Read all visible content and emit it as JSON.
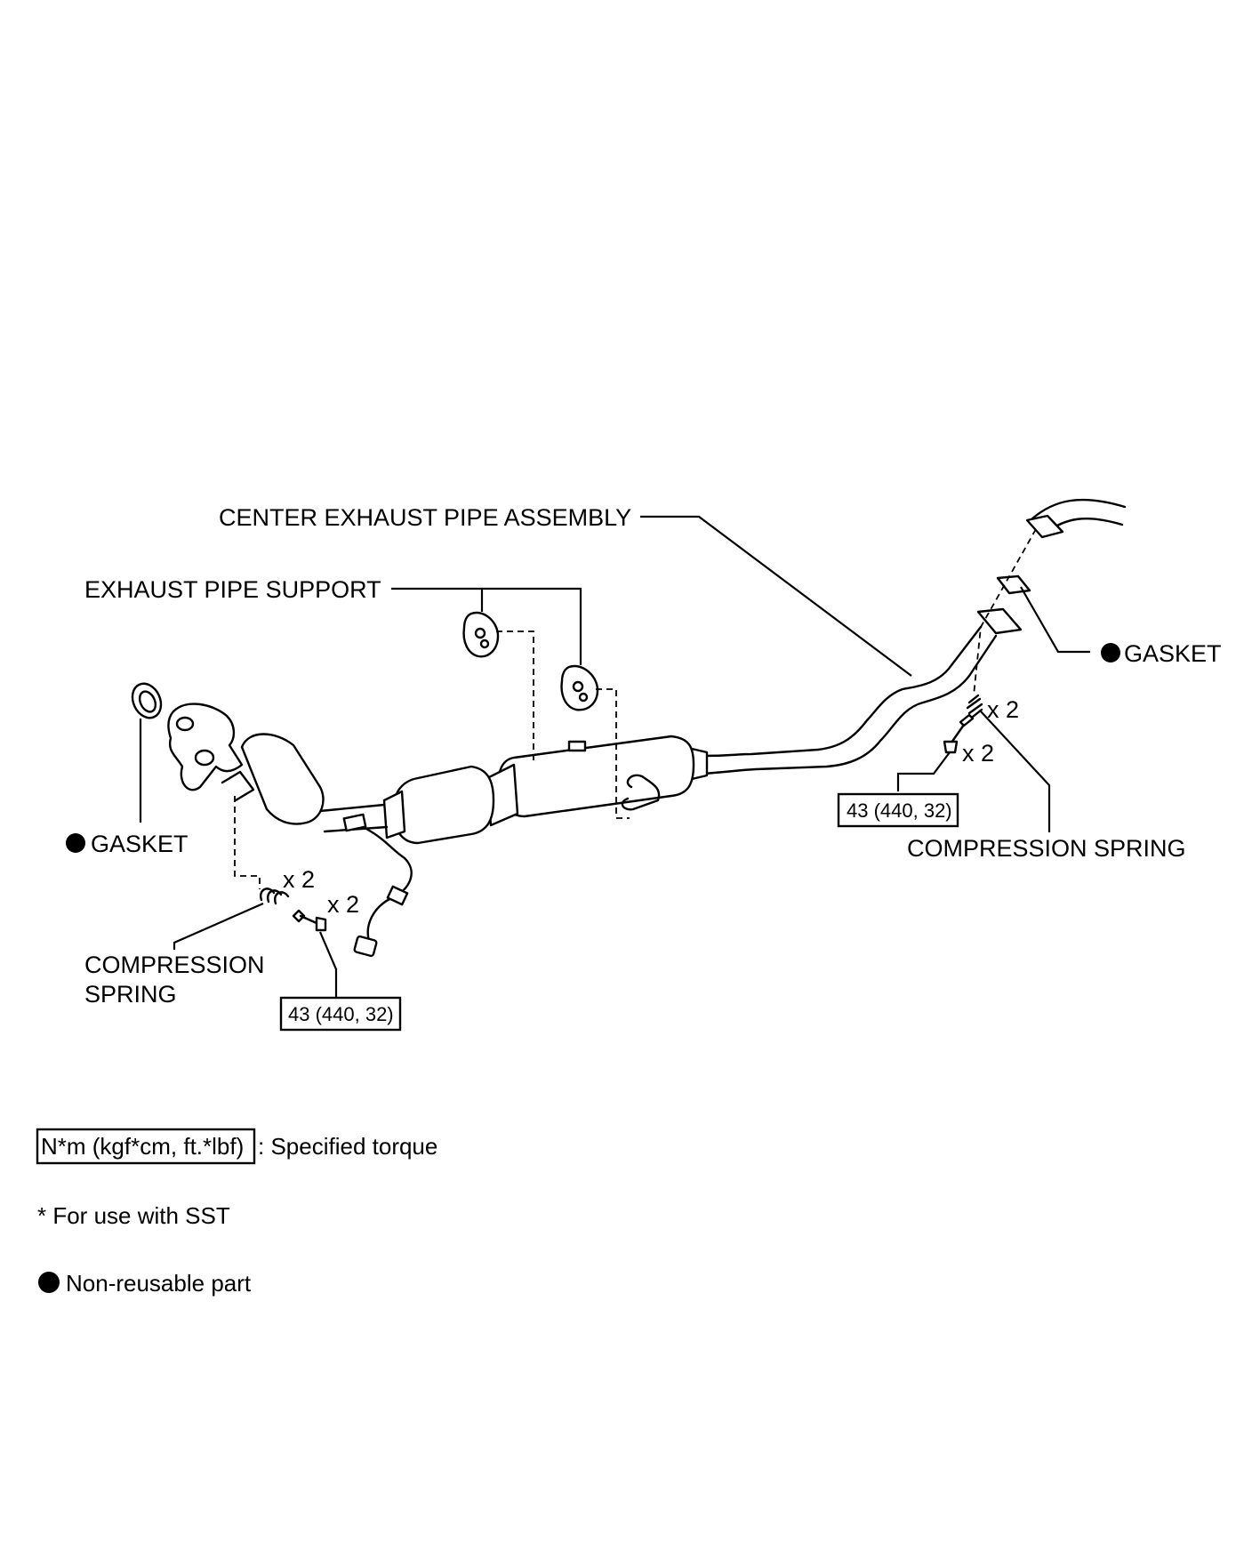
{
  "labels": {
    "center_exhaust_pipe_assembly": "CENTER EXHAUST PIPE ASSEMBLY",
    "exhaust_pipe_support": "EXHAUST PIPE SUPPORT",
    "gasket_right": "GASKET",
    "gasket_left": "GASKET",
    "compression_spring_right": "COMPRESSION SPRING",
    "compression_spring_left_line1": "COMPRESSION",
    "compression_spring_left_line2": "SPRING"
  },
  "quantities": {
    "right_spring": "x 2",
    "right_bolt": "x 2",
    "left_spring": "x 2",
    "left_bolt": "x 2"
  },
  "torque": {
    "right": "43 (440, 32)",
    "left": "43 (440, 32)"
  },
  "legend": {
    "torque_unit_box": "N*m (kgf*cm, ft.*lbf)",
    "torque_desc": ": Specified torque",
    "sst_note": "* For use with SST",
    "non_reusable": "Non-reusable part"
  }
}
